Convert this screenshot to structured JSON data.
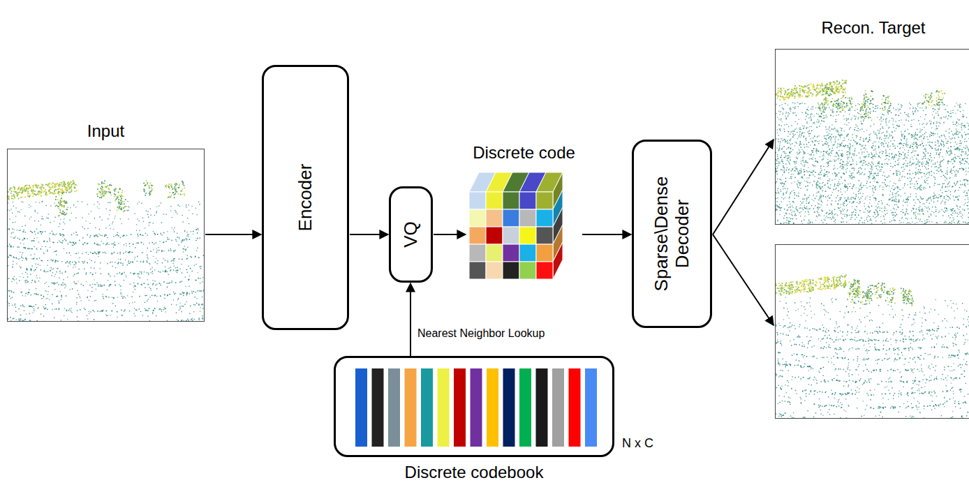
{
  "diagram": {
    "nodes": [
      {
        "text": [
          "Input"
        ]
      },
      {
        "text": [
          "Encoder"
        ]
      },
      {
        "text": [
          "VQ"
        ]
      },
      {
        "text": [
          "Discrete code"
        ]
      },
      {
        "text": [
          "Sparse\\Dense Decoder"
        ]
      },
      {
        "text": [
          "Recon. Target"
        ]
      },
      {
        "text": [
          "Discrete codebook",
          "N x C"
        ]
      }
    ],
    "edges": [
      {
        "from": 0,
        "to": 1,
        "arrow": "to"
      },
      {
        "from": 1,
        "to": 2,
        "arrow": "to"
      },
      {
        "from": 2,
        "to": 3,
        "arrow": "to"
      },
      {
        "from": 3,
        "to": 4,
        "arrow": "to"
      },
      {
        "from": 4,
        "to": 5,
        "arrow": "to"
      },
      {
        "from": 6,
        "to": 2,
        "label": "Nearest Neighbor Lookup",
        "arrow": "to"
      }
    ]
  }
}
